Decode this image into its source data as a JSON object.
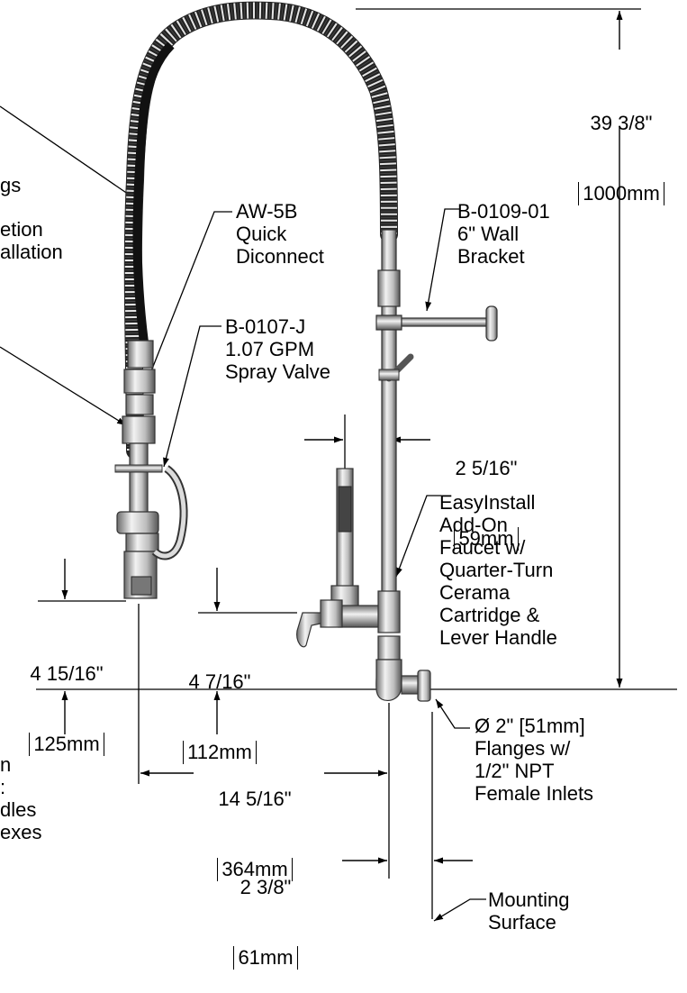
{
  "labels": {
    "aw5b": "AW-5B\nQuick\nDiconnect",
    "b0107j": "B-0107-J\n1.07 GPM\nSpray Valve",
    "b010901": "B-0109-01\n6\" Wall\nBracket",
    "easyinstall": "EasyInstall\nAdd-On\nFaucet w/\nQuarter-Turn\nCerama\nCartridge &\nLever Handle",
    "flanges": "Ø 2\" [51mm]\nFlanges w/\n1/2\" NPT\nFemale Inlets",
    "mounting": "Mounting\nSurface"
  },
  "left_fragments": {
    "f1": "gs",
    "f2": "etion\nallation",
    "f3": "n\n:\ndles\nexes"
  },
  "dimensions": {
    "height_total": {
      "imperial": "39 3/8\"",
      "metric": "1000mm"
    },
    "spacing_top": {
      "imperial": "2 5/16\"",
      "metric": "59mm"
    },
    "spray_height": {
      "imperial": "4 15/16\"",
      "metric": "125mm"
    },
    "faucet_height": {
      "imperial": "4 7/16\"",
      "metric": "112mm"
    },
    "reach": {
      "imperial": "14 5/16\"",
      "metric": "364mm"
    },
    "wall_offset": {
      "imperial": "2 3/8\"",
      "metric": "61mm"
    }
  }
}
